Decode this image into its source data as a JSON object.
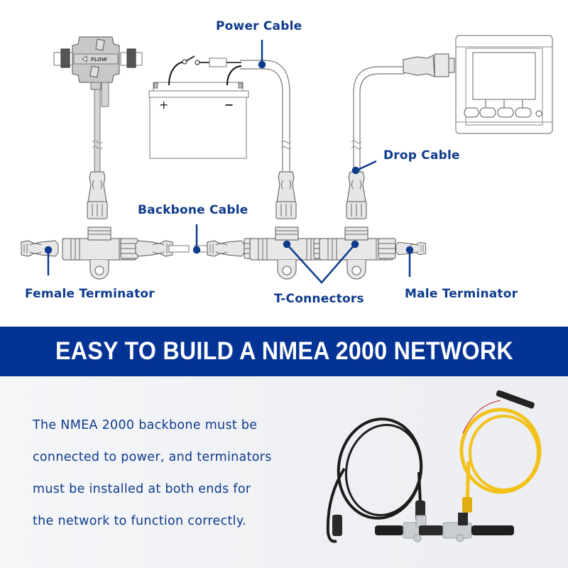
{
  "diagram": {
    "labels": {
      "power_cable": "Power Cable",
      "drop_cable": "Drop Cable",
      "backbone_cable": "Backbone Cable",
      "female_terminator": "Female Terminator",
      "t_connectors": "T-Connectors",
      "male_terminator": "Male Terminator"
    },
    "battery": {
      "positive": "+",
      "negative": "−"
    },
    "power_tap": {
      "flow_text": "FLOW"
    },
    "label_color": "#0d3b8c"
  },
  "banner": {
    "title": "EASY TO BUILD A NMEA 2000 NETWORK",
    "background": "#033394",
    "text_color": "#ffffff"
  },
  "description": {
    "lines": [
      "The NMEA 2000 backbone must be",
      "connected to power, and terminators",
      "must be installed at both ends for",
      "the network to function correctly."
    ]
  },
  "product_photo": {
    "items": [
      "black-backbone-cable",
      "yellow-power-cable",
      "t-connector",
      "t-connector",
      "male-terminator",
      "female-terminator"
    ],
    "colors": {
      "black_cable": "#1c1c1c",
      "yellow_cable": "#f2c21b",
      "t_connector": "#c9ccd0"
    }
  }
}
